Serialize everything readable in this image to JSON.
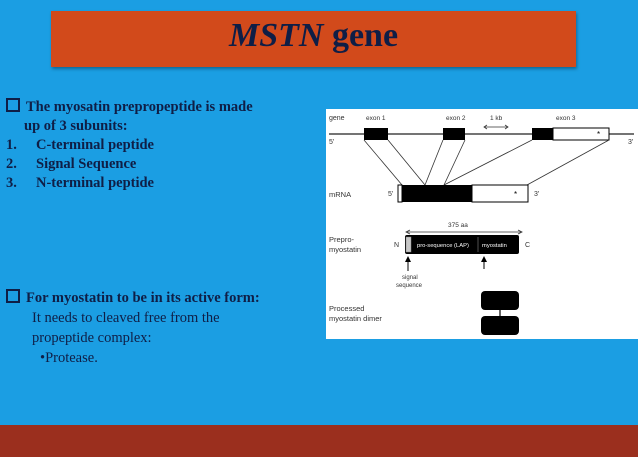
{
  "title": {
    "italic": "MSTN",
    "rest": " gene"
  },
  "left": {
    "bullet1": "The myosatin prepropeptide is made",
    "bullet1_cont": "up of 3 subunits:",
    "items": [
      {
        "num": "1.",
        "text": "C-terminal peptide"
      },
      {
        "num": "2.",
        "text": "Signal Sequence"
      },
      {
        "num": "3.",
        "text": "N-terminal peptide"
      }
    ],
    "bullet2": "For myostatin to be in its active form:",
    "line1": "It needs to cleaved free from the",
    "line2": "propeptide complex:",
    "line3": "•Protease."
  },
  "diagram": {
    "gene": "gene",
    "prime5": "5'",
    "prime3": "3'",
    "exon1": "exon 1",
    "exon2": "exon 2",
    "kb": "1 kb",
    "exon3": "exon 3",
    "star": "*",
    "mrna": "mRNA",
    "aa": "375 aa",
    "prepro1": "Prepro-",
    "prepro2": "myostatin",
    "n": "N",
    "c": "C",
    "lap": "pro-sequence (LAP)",
    "myostatin": "myostatin",
    "signal1": "signal",
    "signal2": "sequence",
    "processed1": "Processed",
    "processed2": "myostatin dimer"
  },
  "colors": {
    "background": "#1b9ee3",
    "title_bar": "#d24a1b",
    "footer": "#9b2f1e",
    "text": "#0f1e46"
  }
}
